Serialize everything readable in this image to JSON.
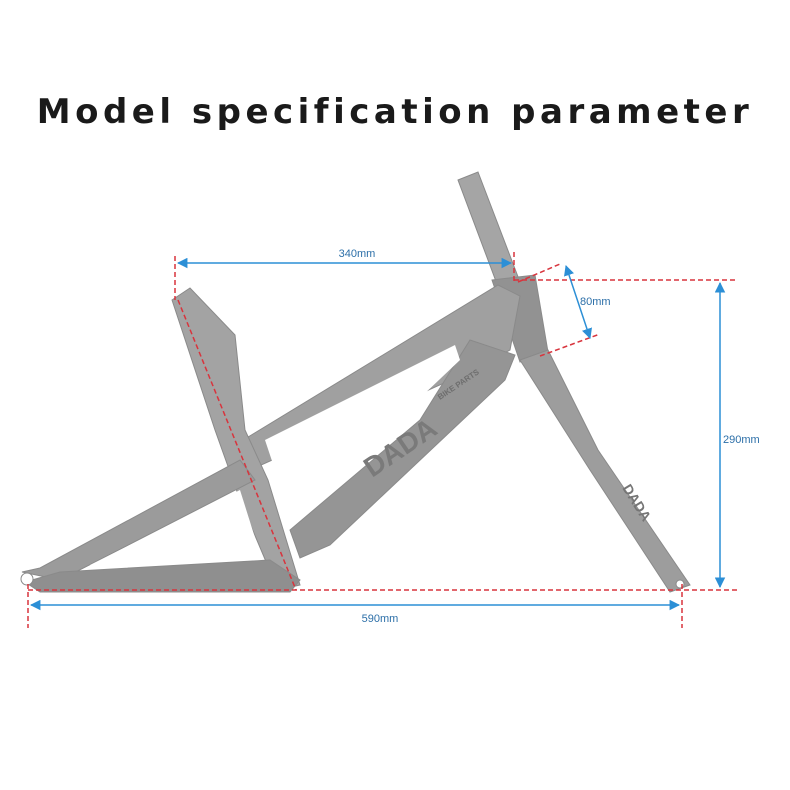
{
  "title": "Model specification parameter",
  "dimensions": {
    "top_tube": "340mm",
    "head_tube": "80mm",
    "height": "290mm",
    "wheelbase": "590mm"
  },
  "frame_decals": {
    "brand_main": "DADA",
    "brand_fork": "DADA",
    "small_badge": "BIKE PARTS"
  },
  "colors": {
    "frame": "#9a9a9a",
    "frame_dark": "#808080",
    "red_guides": "#d8343d",
    "blue_dims": "#2c8fd6",
    "title": "#1a1a1a"
  }
}
